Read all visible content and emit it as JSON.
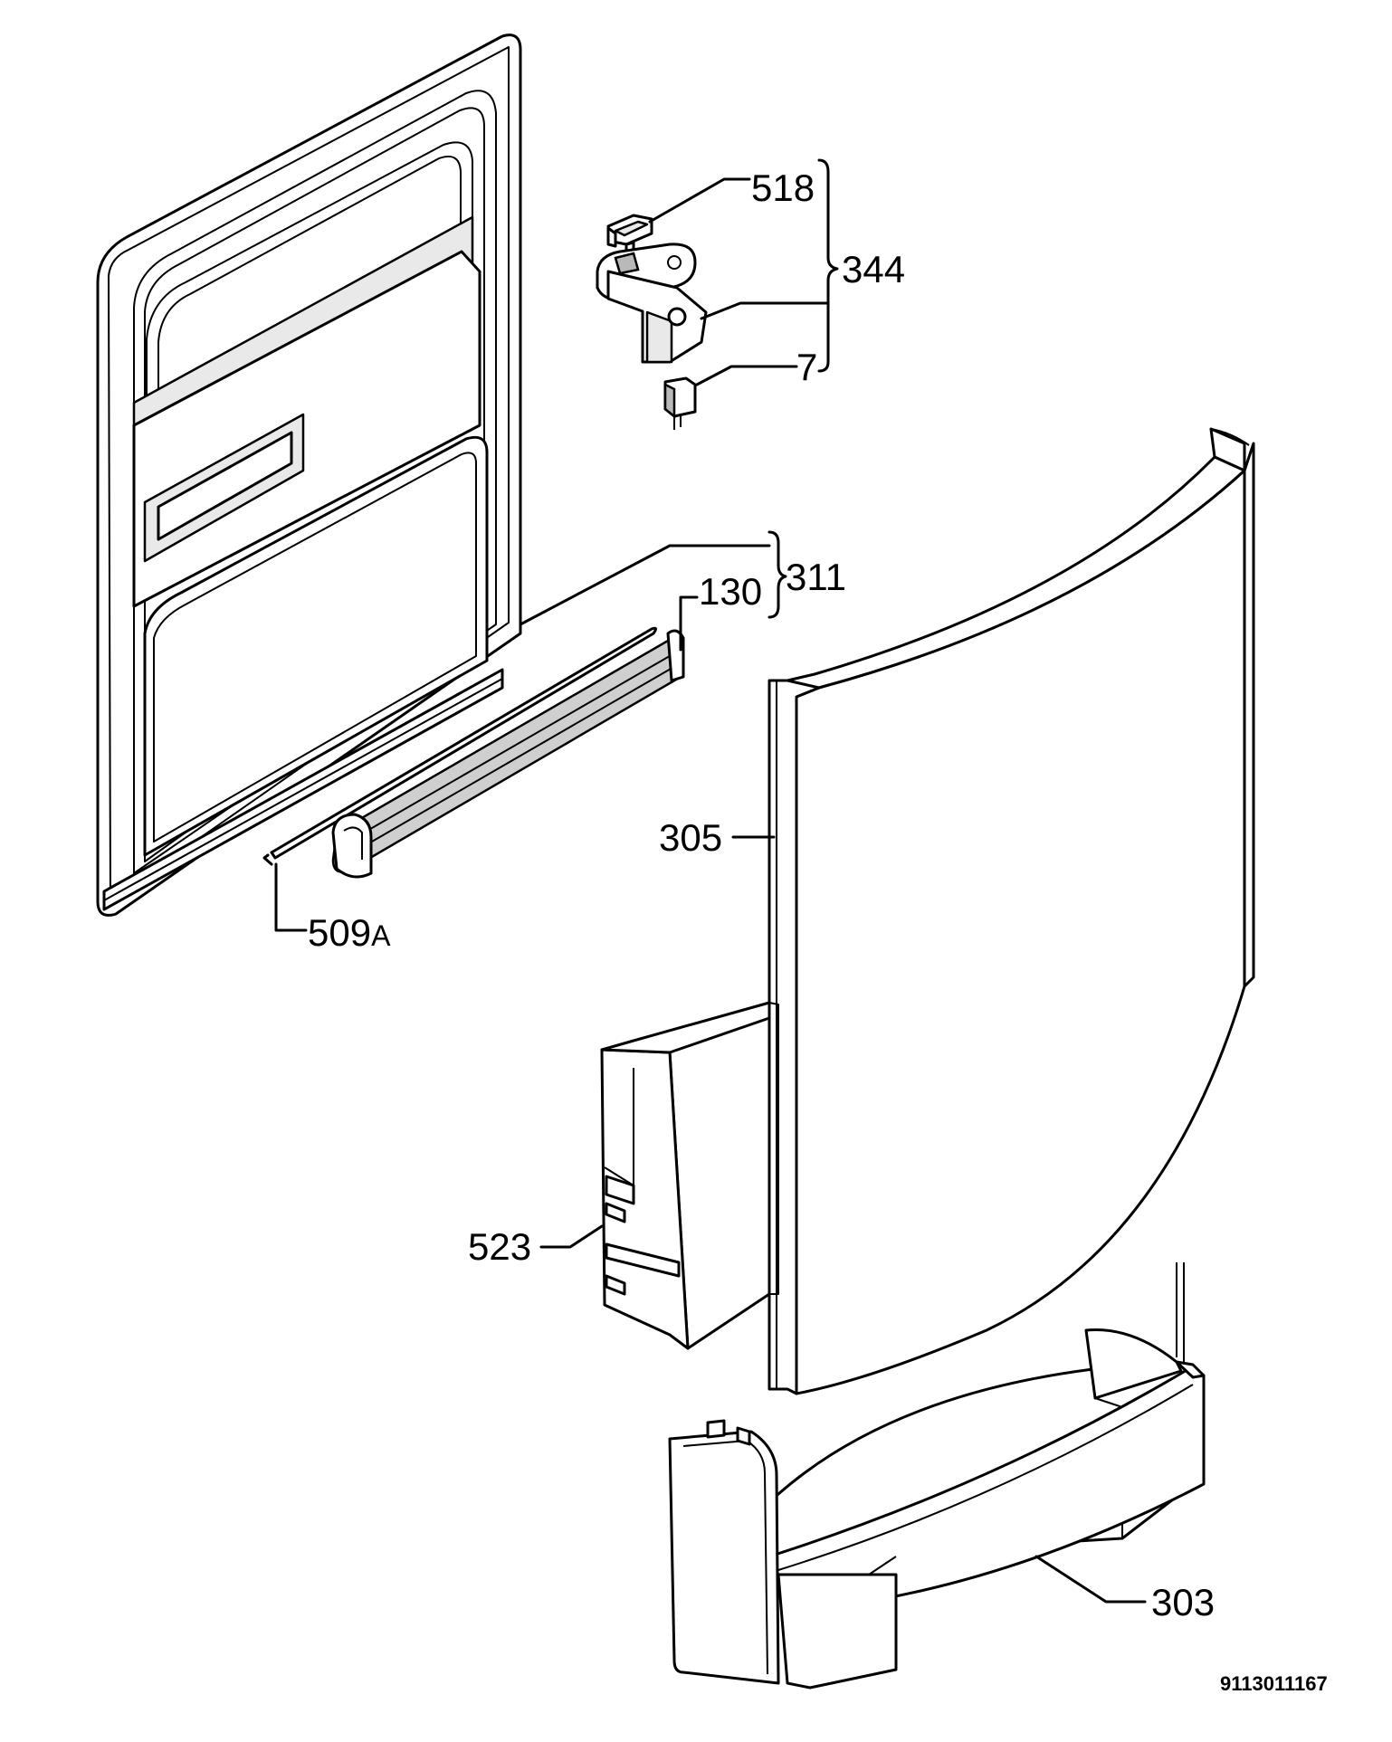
{
  "labels": {
    "p518": "518",
    "p344": "344",
    "p7": "7",
    "p311": "311",
    "p130": "130",
    "p305": "305",
    "p509": "509",
    "p509_suffix": "A",
    "p523": "523",
    "p303": "303"
  },
  "diagram_code": "9113011167"
}
